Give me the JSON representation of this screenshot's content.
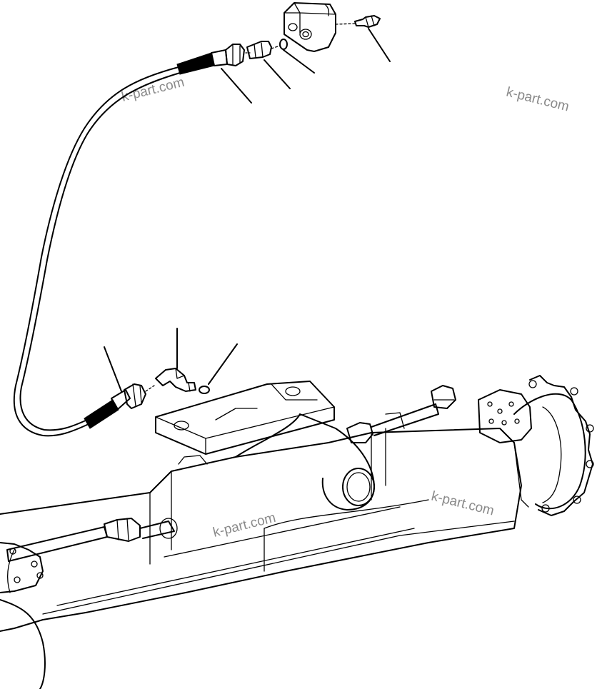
{
  "watermarks": [
    {
      "text": "k-part.com"
    },
    {
      "text": "k-part.com"
    },
    {
      "text": "k-part.com"
    },
    {
      "text": "k-part.com"
    }
  ],
  "colors": {
    "line": "#000000",
    "watermark": "#8a8a8a",
    "background": "#ffffff"
  }
}
